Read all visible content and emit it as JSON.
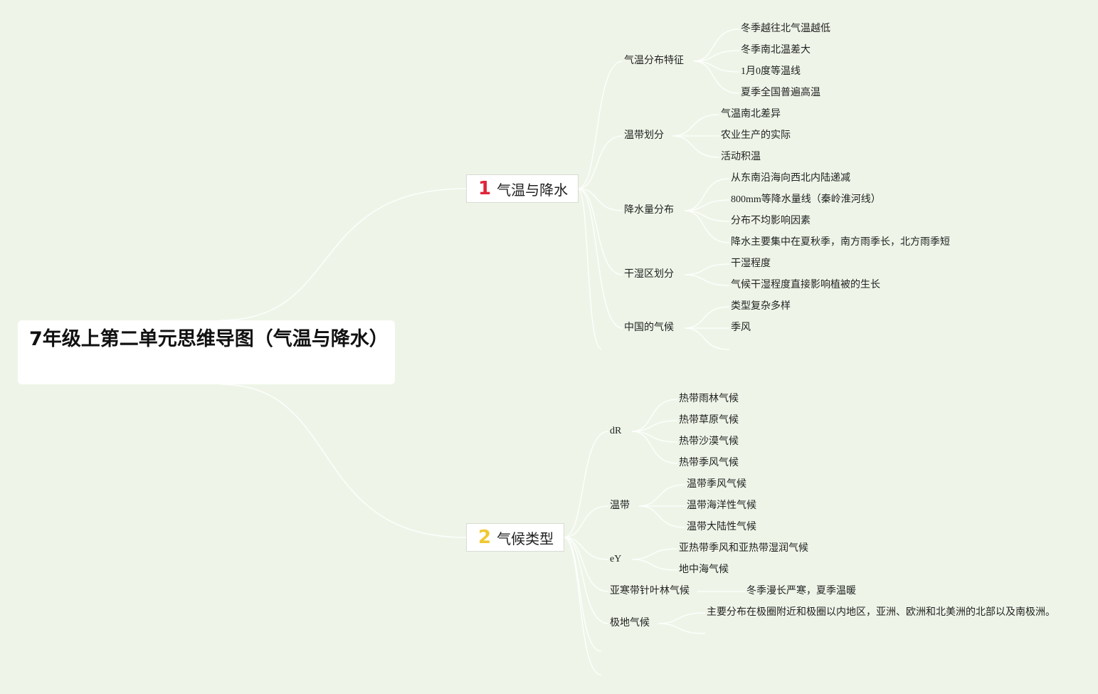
{
  "root": {
    "title": "7年级上第二单元思维导图（气温与降水）"
  },
  "branches": [
    {
      "number": "1",
      "number_color": "#e0243a",
      "label": "气温与降水",
      "children": [
        {
          "label": "气温分布特征",
          "items": [
            "冬季越往北气温越低",
            "冬季南北温差大",
            "1月0度等温线",
            "夏季全国普遍高温"
          ]
        },
        {
          "label": "温带划分",
          "items": [
            "气温南北差异",
            "农业生产的实际",
            "活动积温"
          ]
        },
        {
          "label": "降水量分布",
          "items": [
            "从东南沿海向西北内陆递减",
            "800mm等降水量线（秦岭淮河线）",
            "分布不均影响因素",
            "降水主要集中在夏秋季，南方雨季长，北方雨季短"
          ]
        },
        {
          "label": "干湿区划分",
          "items": [
            "干湿程度",
            "气候干湿程度直接影响植被的生长"
          ]
        },
        {
          "label": "中国的气候",
          "items": [
            "类型复杂多样",
            "季风"
          ]
        }
      ]
    },
    {
      "number": "2",
      "number_color": "#f0c832",
      "label": "气候类型",
      "children": [
        {
          "label": "dR",
          "items": [
            "热带雨林气候",
            "热带草原气候",
            "热带沙漠气候",
            "热带季风气候"
          ]
        },
        {
          "label": "温带",
          "items": [
            "温带季风气候",
            "温带海洋性气候",
            "温带大陆性气候"
          ]
        },
        {
          "label": "eY",
          "items": [
            "亚热带季风和亚热带湿润气候",
            "地中海气候"
          ]
        },
        {
          "label": "亚寒带针叶林气候",
          "items": [
            "冬季漫长严寒，夏季温暖"
          ]
        },
        {
          "label": "极地气候",
          "items": [
            "主要分布在极圈附近和极圈以内地区，亚洲、欧洲和北美洲的北部以及南极洲。"
          ]
        }
      ]
    }
  ],
  "colors": {
    "background": "#eef5e8",
    "connector": "#ffffff"
  }
}
